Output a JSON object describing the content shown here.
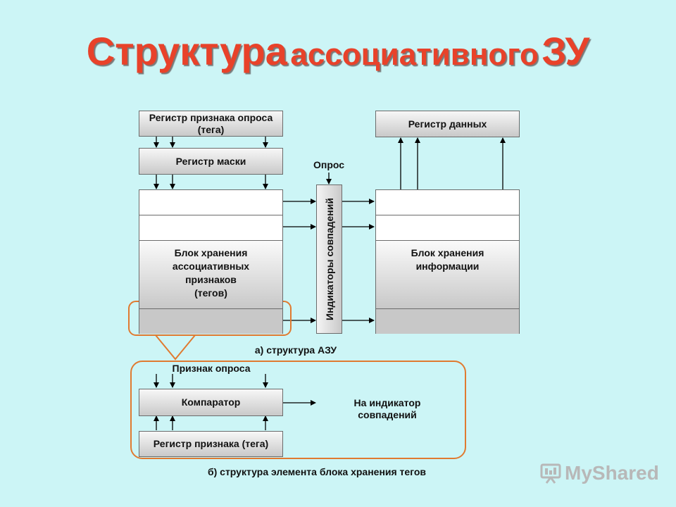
{
  "title": {
    "part1": "Структура",
    "part2": "ассоциативного",
    "part3": "ЗУ"
  },
  "tag_query_register": "Регистр признака опроса (тега)",
  "mask_register": "Регистр маски",
  "data_register": "Регистр данных",
  "query_label": "Опрос",
  "indicators_label": "Индикаторы совпадений",
  "tag_storage_label": "Блок хранения ассоциативных признаков (тегов)",
  "info_storage_label": "Блок хранения информации",
  "caption_a": "а) структура АЗУ",
  "query_sign_label": "Признак опроса",
  "comparator_label": "Компаратор",
  "tag_register_label": "Регистр признака (тега)",
  "to_indicator_label": "На индикатор совпадений",
  "caption_b": "б) структура элемента блока хранения тегов",
  "colors": {
    "title": "#e8422a",
    "highlight": "#e07a30",
    "background": "#ccf5f6"
  },
  "logo": {
    "text": "MyShared",
    "icon": "presentation-icon"
  }
}
